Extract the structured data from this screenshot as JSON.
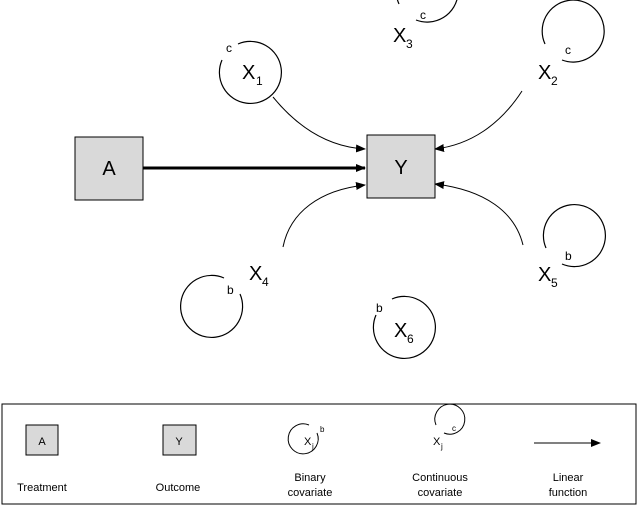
{
  "diagram": {
    "treatment": {
      "label": "A"
    },
    "outcome": {
      "label": "Y"
    },
    "covariates": [
      {
        "id": "x1",
        "letter": "X",
        "index": "1",
        "type": "c"
      },
      {
        "id": "x2",
        "letter": "X",
        "index": "2",
        "type": "c"
      },
      {
        "id": "x3",
        "letter": "X",
        "index": "3",
        "type": "c"
      },
      {
        "id": "x4",
        "letter": "X",
        "index": "4",
        "type": "b"
      },
      {
        "id": "x5",
        "letter": "X",
        "index": "5",
        "type": "b"
      },
      {
        "id": "x6",
        "letter": "X",
        "index": "6",
        "type": "b"
      }
    ]
  },
  "legend": {
    "treatment": {
      "symbol": "A",
      "caption": "Treatment"
    },
    "outcome": {
      "symbol": "Y",
      "caption": "Outcome"
    },
    "binary": {
      "letter": "X",
      "index": "j",
      "type": "b",
      "caption_line1": "Binary",
      "caption_line2": "covariate"
    },
    "continuous": {
      "letter": "X",
      "index": "j",
      "type": "c",
      "caption_line1": "Continuous",
      "caption_line2": "covariate"
    },
    "linear": {
      "caption_line1": "Linear",
      "caption_line2": "function"
    }
  },
  "colors": {
    "box_fill": "#d9d9d9",
    "stroke": "#000000",
    "background": "#ffffff"
  }
}
